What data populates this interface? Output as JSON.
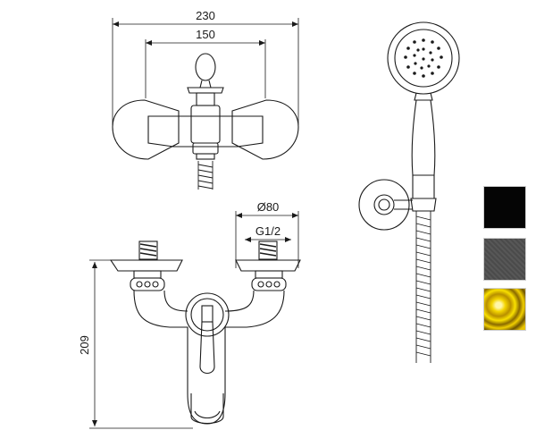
{
  "dimensions": {
    "top_width": "230",
    "inner_width": "150",
    "diameter": "Ø80",
    "thread": "G1/2",
    "height": "209"
  },
  "finish_swatches": [
    {
      "name": "black",
      "color": "#050505"
    },
    {
      "name": "gunmetal",
      "color": "#505050"
    },
    {
      "name": "gold",
      "color": "#f1cf00"
    }
  ],
  "line_color": "#1a1a1a"
}
